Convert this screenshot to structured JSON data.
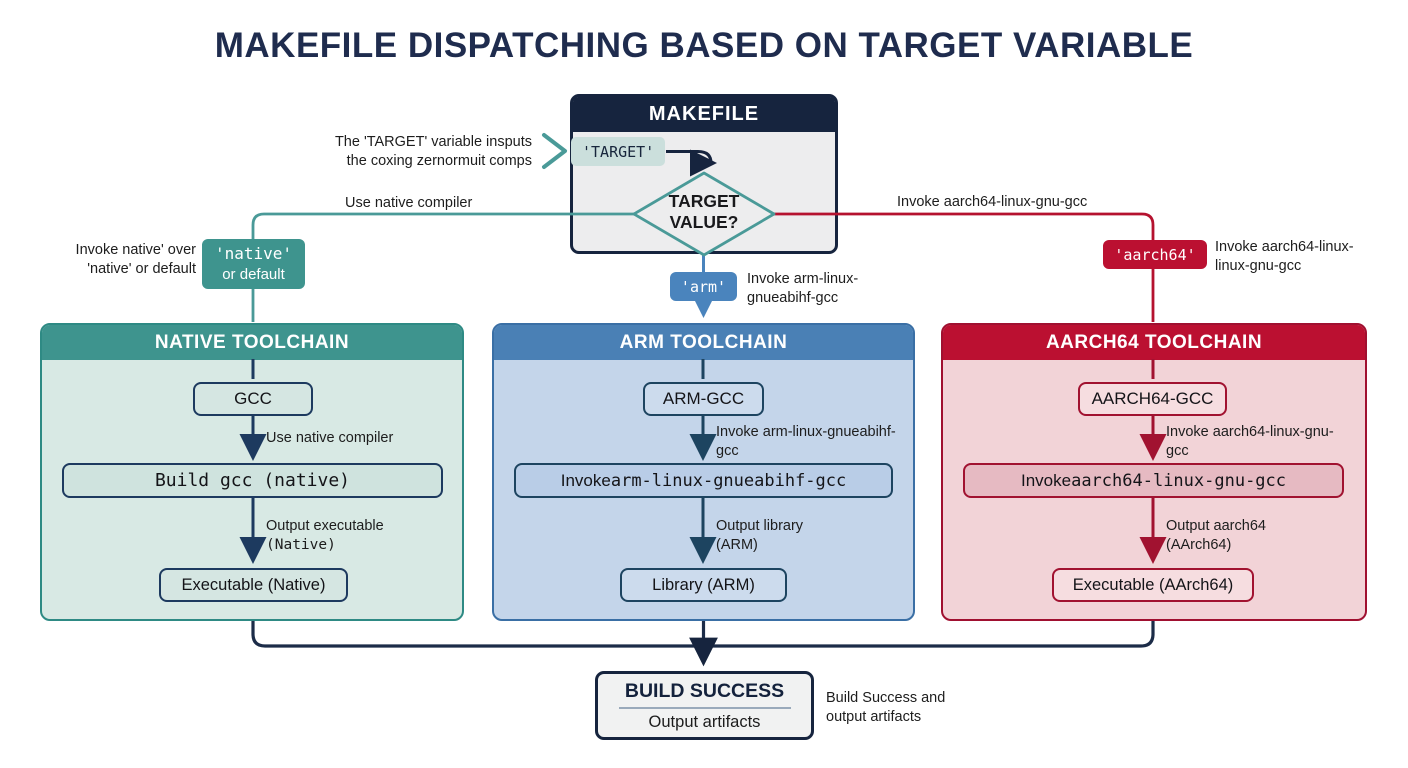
{
  "title": "MAKEFILE DISPATCHING BASED ON TARGET VARIABLE",
  "makefile": {
    "header": "MAKEFILE",
    "target_pill": "'TARGET'",
    "annotation_line1": "The 'TARGET' variable insputs",
    "annotation_line2": "the coxing zernormuit comps",
    "diamond_line1": "TARGET",
    "diamond_line2": "VALUE?"
  },
  "branches": {
    "native": {
      "edge_label": "Use native compiler",
      "badge_line1": "'native'",
      "badge_line2": "or default",
      "note_line1": "Invoke native' over",
      "note_line2": "'native' or default"
    },
    "arm": {
      "badge": "'arm'",
      "note_line1": "Invoke arm-linux-",
      "note_line2": "gnueabihf-gcc"
    },
    "aarch64": {
      "edge_label": "Invoke aarch64-linux-gnu-gcc",
      "badge": "'aarch64'",
      "note_line1": "Invoke aarch64-linux-",
      "note_line2": "linux-gnu-gcc"
    }
  },
  "toolchains": {
    "native": {
      "header": "NATIVE TOOLCHAIN",
      "compiler_box": "GCC",
      "step1_label": "Use native compiler",
      "action_box": "Build gcc (native)",
      "step2_label_line1": "Output executable",
      "step2_label_line2": "(Native)",
      "output_box": "Executable (Native)"
    },
    "arm": {
      "header": "ARM TOOLCHAIN",
      "compiler_box": "ARM-GCC",
      "step1_label_line1": "Invoke arm-linux-gnueabihf-",
      "step1_label_line2": "gcc",
      "action_prefix": "Invoke ",
      "action_command": "arm-linux-gnueabihf-gcc",
      "step2_label_line1": "Output library",
      "step2_label_line2": "(ARM)",
      "output_box": "Library (ARM)"
    },
    "aarch64": {
      "header": "AARCH64 TOOLCHAIN",
      "compiler_box": "AARCH64-GCC",
      "step1_label_line1": "Invoke aarch64-linux-gnu-",
      "step1_label_line2": "gcc",
      "action_prefix": "Invoke ",
      "action_command": "aarch64-linux-gnu-gcc",
      "step2_label_line1": "Output aarch64",
      "step2_label_line2": "(AArch64)",
      "output_box": "Executable (AArch64)"
    }
  },
  "footer": {
    "box_title": "BUILD SUCCESS",
    "box_subtitle": "Output artifacts",
    "note_line1": "Build Success and",
    "note_line2": "output artifacts"
  },
  "colors": {
    "navy": "#16243e",
    "teal": "#3e948e",
    "blue": "#4a80b5",
    "crimson": "#bb1031"
  }
}
